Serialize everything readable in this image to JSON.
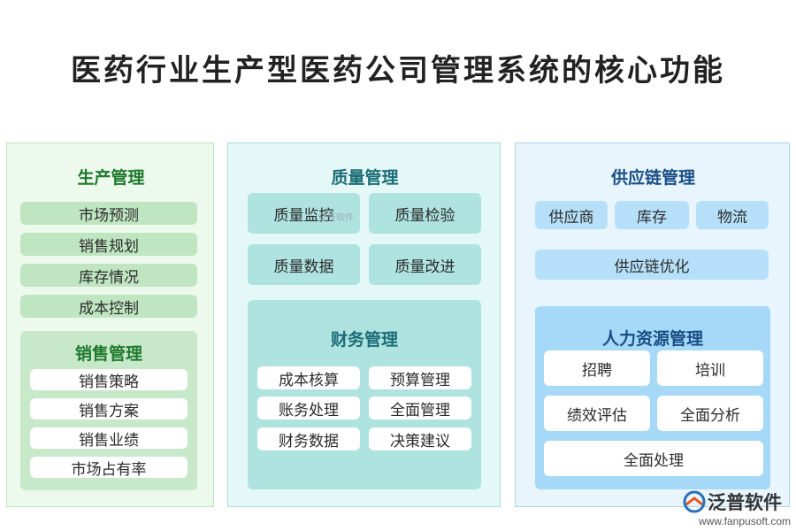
{
  "title": "医药行业生产型医药公司管理系统的核心功能",
  "production": {
    "heading": "生产管理",
    "items": [
      "市场预测",
      "销售规划",
      "库存情况",
      "成本控制"
    ],
    "sales": {
      "heading": "销售管理",
      "items": [
        "销售策略",
        "销售方案",
        "销售业绩",
        "市场占有率"
      ]
    }
  },
  "quality": {
    "heading": "质量管理",
    "items": [
      "质量监控",
      "质量检验",
      "质量数据",
      "质量改进"
    ],
    "finance": {
      "heading": "财务管理",
      "items": [
        "成本核算",
        "预算管理",
        "账务处理",
        "全面管理",
        "财务数据",
        "决策建议"
      ]
    }
  },
  "supply": {
    "heading": "供应链管理",
    "items": [
      "供应商",
      "库存",
      "物流"
    ],
    "optimize": "供应链优化",
    "hr": {
      "heading": "人力资源管理",
      "items": [
        "招聘",
        "培训",
        "绩效评估",
        "全面分析",
        "全面处理"
      ]
    }
  },
  "brand": {
    "name": "泛普软件",
    "url": "www.fanpusoft.com",
    "watermark": "泛普软件"
  },
  "colors": {
    "green_heading": "#1f7a2e",
    "teal_heading": "#1d6d78",
    "blue_heading": "#1a4f86",
    "brand_orange": "#e8541c",
    "brand_blue": "#2a6fb8"
  }
}
